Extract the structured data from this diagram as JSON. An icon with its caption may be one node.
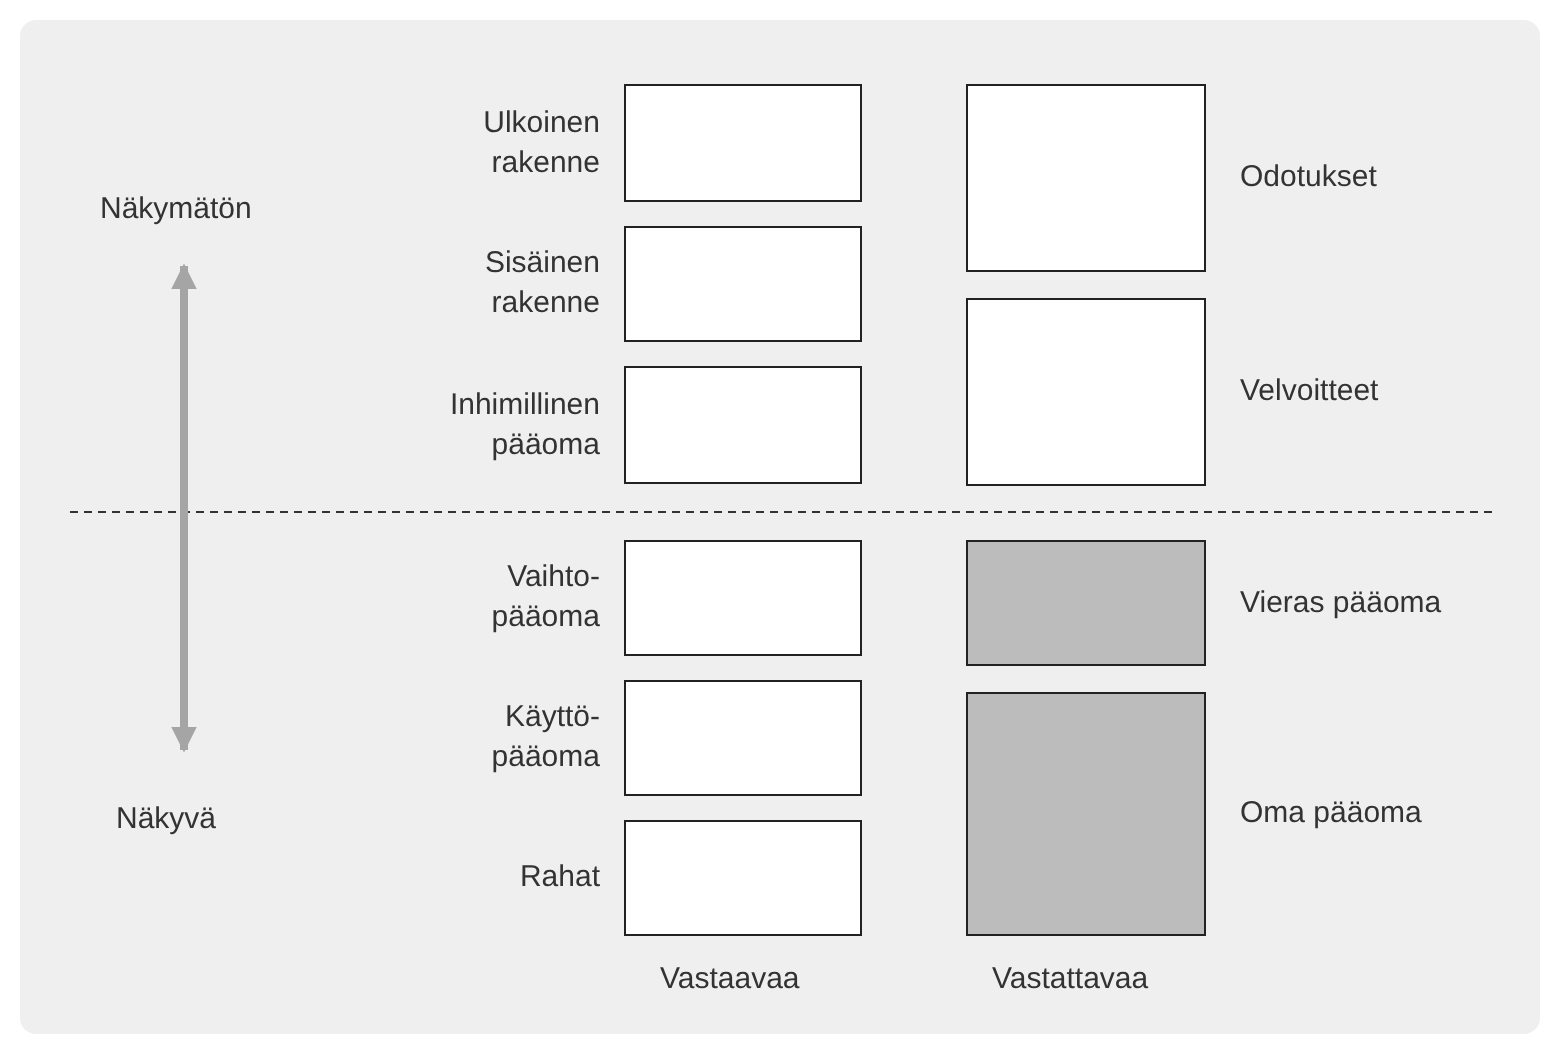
{
  "diagram": {
    "nodes": [
      {
        "text": [
          "Näkymätön"
        ]
      },
      {
        "text": [
          "Näkyvä"
        ]
      },
      {
        "text": [],
        "shape": "box",
        "beside": [
          "Ulkoinen rakenne"
        ]
      },
      {
        "text": [],
        "shape": "box",
        "beside": [
          "Sisäinen rakenne"
        ]
      },
      {
        "text": [],
        "shape": "box",
        "beside": [
          "Inhimillinen pääoma"
        ]
      },
      {
        "text": [],
        "shape": "box",
        "beside": [
          "Vaihto- pääoma"
        ]
      },
      {
        "text": [],
        "shape": "box",
        "beside": [
          "Käyttö- pääoma"
        ]
      },
      {
        "text": [],
        "shape": "box",
        "beside": [
          "Rahat"
        ]
      },
      {
        "text": [],
        "shape": "box",
        "beside": [
          "Odotukset"
        ]
      },
      {
        "text": [],
        "shape": "box",
        "beside": [
          "Velvoitteet"
        ]
      },
      {
        "text": [],
        "shape": "box",
        "beside": [
          "Vieras pääoma"
        ]
      },
      {
        "text": [],
        "shape": "box",
        "beside": [
          "Oma pääoma"
        ]
      }
    ],
    "edges": [
      {
        "from": 0,
        "to": 1,
        "arrow": "both"
      }
    ],
    "labels": [
      "Vastaavaa",
      "Vastattavaa"
    ]
  }
}
